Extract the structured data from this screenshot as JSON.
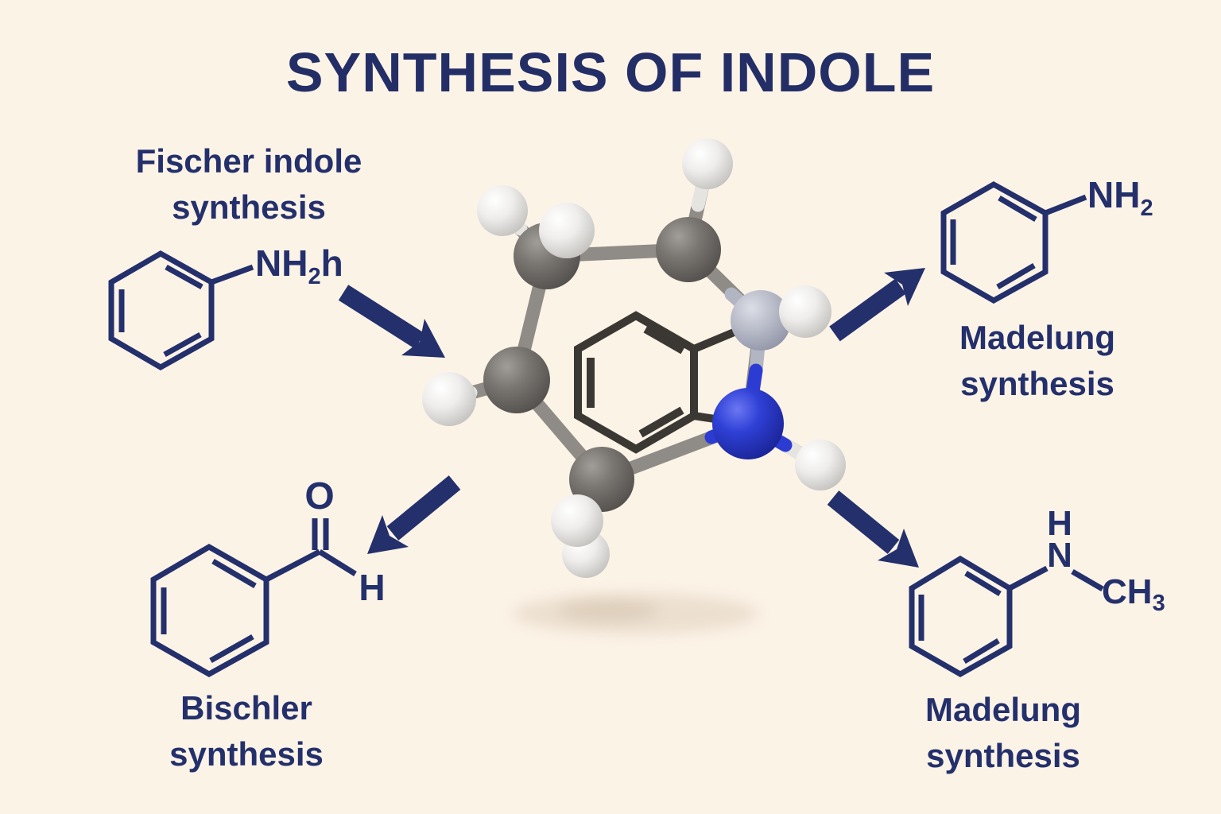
{
  "title": "SYNTHESIS OF INDOLE",
  "colors": {
    "background": "#fcf3e7",
    "navy_text": "#24306b",
    "structure_stroke": "#24306b",
    "arrow_fill": "#24306b",
    "molecule_ring_outline": "#3b3833",
    "carbon_atom": "#7a7672",
    "hydrogen_atom": "#efedeb",
    "nitrogen_atom_blue": "#2f40d6",
    "nitrogen_atom_gray": "#b9bcc9",
    "bond_gray": "#8f8b87",
    "shadow": "#b49a7e"
  },
  "sections": {
    "fischer": {
      "line1": "Fischer indole",
      "line2": "synthesis",
      "formula_main": "NH",
      "formula_sub": "2",
      "formula_tail": "h"
    },
    "madelung_top": {
      "line1": "Madelung",
      "line2": "synthesis",
      "formula_main": "NH",
      "formula_sub": "2"
    },
    "bischler": {
      "line1": "Bischler",
      "line2": "synthesis",
      "formula_oxygen": "O",
      "formula_hydrogen": "H"
    },
    "madelung_bottom": {
      "line1": "Madelung",
      "line2": "synthesis",
      "formula_h": "H",
      "formula_n": "N",
      "formula_methyl_main": "CH",
      "formula_methyl_sub": "3"
    }
  },
  "molecule": {
    "description": "indole 3D ball-and-stick model",
    "atom_legend": {
      "carbon": "dark gray",
      "hydrogen": "white",
      "nitrogen": "blue"
    }
  },
  "icons": {
    "arrow_fischer_to_center": "thick navy arrow pointing down-right",
    "arrow_center_to_madelung_top": "thick navy arrow pointing up-right",
    "arrow_center_to_bischler": "thick navy arrow pointing down-left",
    "arrow_center_to_madelung_bottom": "thick navy arrow pointing down-right"
  }
}
